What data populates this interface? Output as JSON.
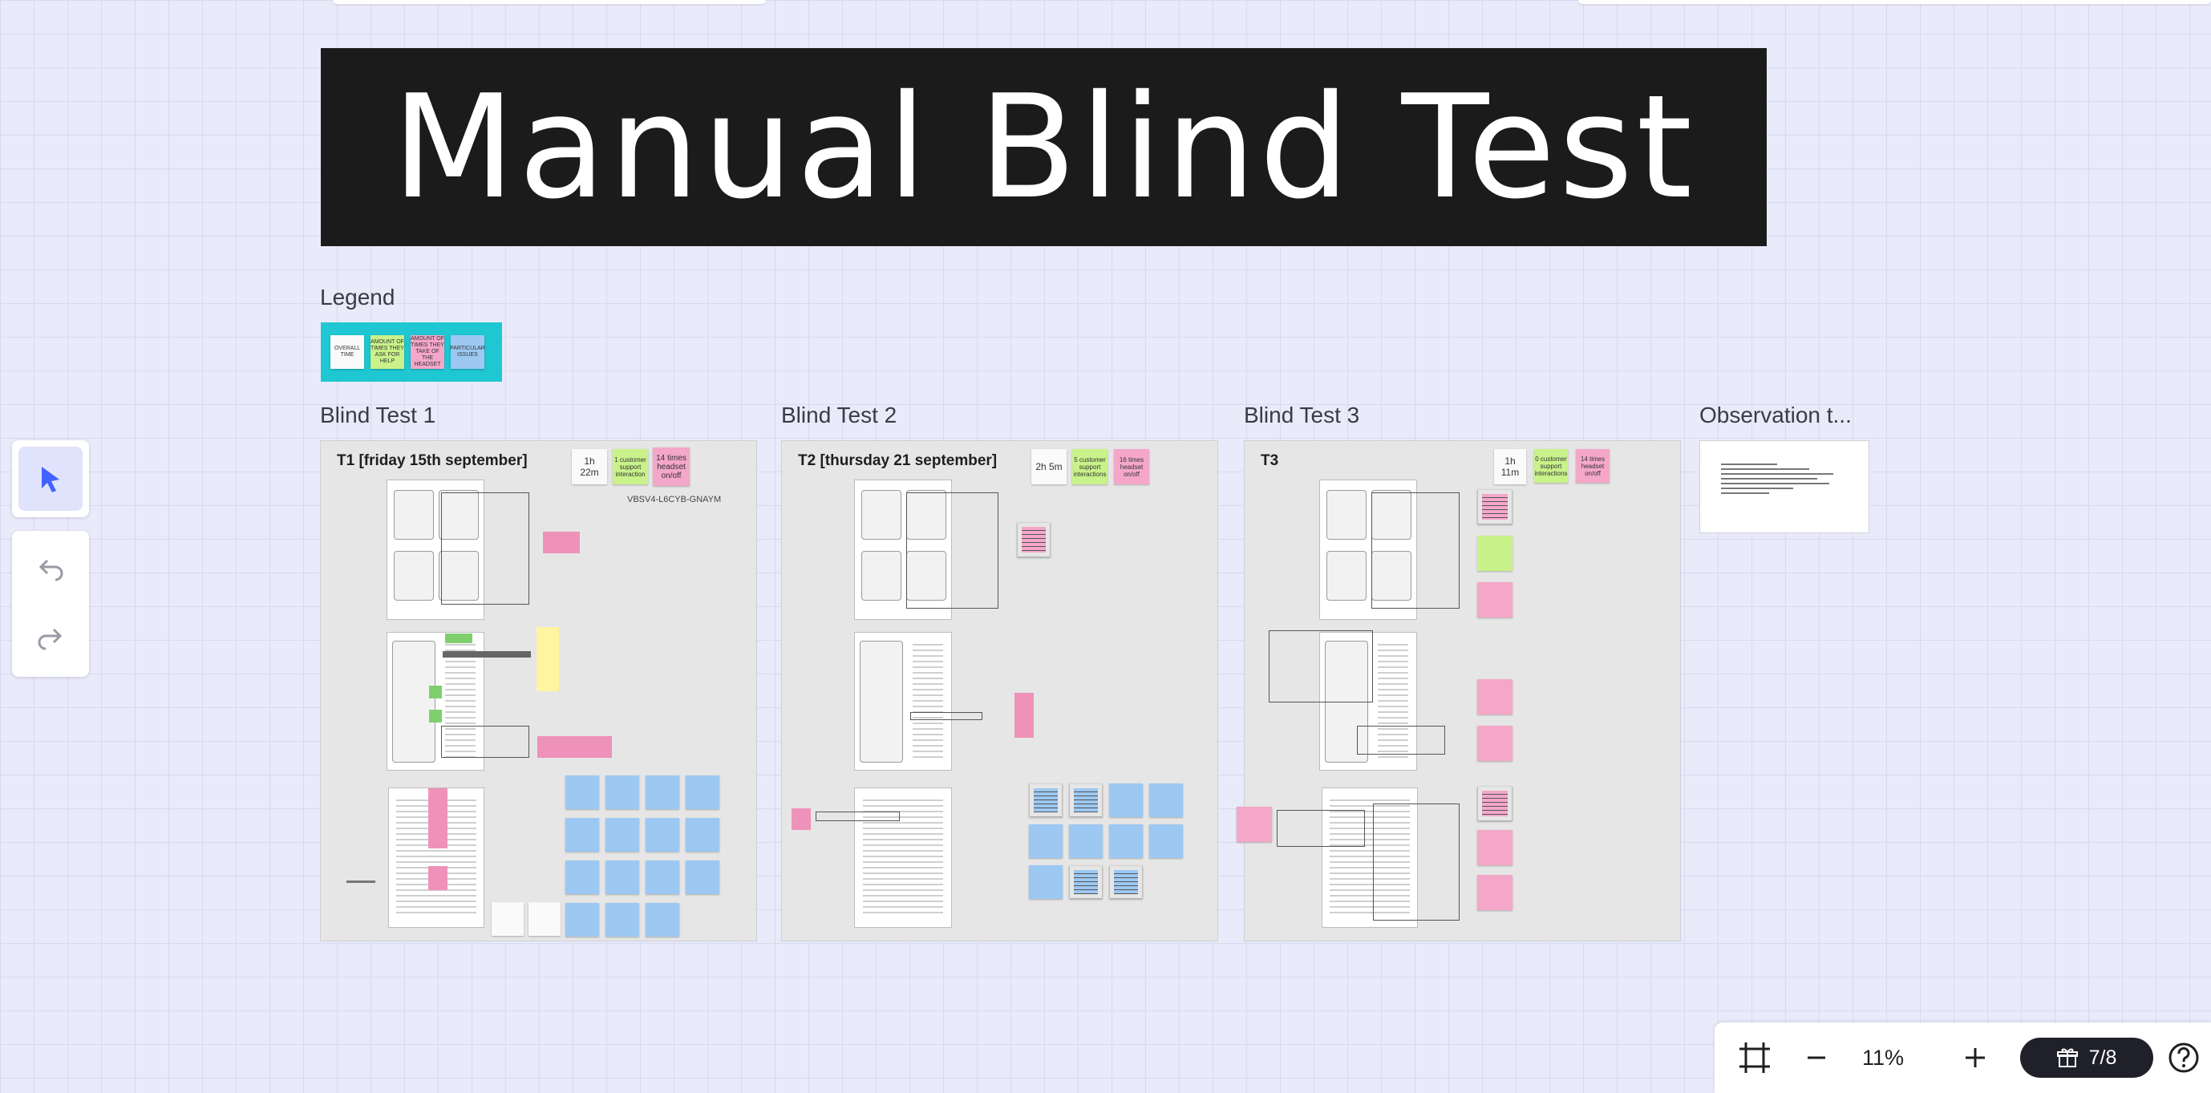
{
  "banner": {
    "title": "Manual Blind Test"
  },
  "legend": {
    "title": "Legend",
    "items": [
      {
        "label": "OVERALL TIME",
        "color": "#fafafa"
      },
      {
        "label": "AMOUNT OF TIMES THEY ASK FOR HELP",
        "color": "#c9f28a"
      },
      {
        "label": "AMOUNT OF TIMES THEY TAKE OF THE HEADSET",
        "color": "#f4a7c9"
      },
      {
        "label": "PARTICULAR ISSUES",
        "color": "#9cc8f2"
      }
    ]
  },
  "frames": [
    {
      "section": "Blind Test 1",
      "title": "T1 [friday 15th september]",
      "stats": {
        "time": "1h 22m",
        "support": "1 customer support interaction",
        "headset": "14 times headset on/off"
      },
      "code": "VBSV4-L6CYB-GNAYM"
    },
    {
      "section": "Blind Test 2",
      "title": "T2 [thursday 21 september]",
      "stats": {
        "time": "2h 5m",
        "support": "5 customer support interactions",
        "headset": "16 times headset on/off"
      }
    },
    {
      "section": "Blind Test 3",
      "title": "T3",
      "stats": {
        "time": "1h 11m",
        "support": "0 customer support interactions",
        "headset": "14 times headset on/off"
      }
    }
  ],
  "observation": {
    "section": "Observation t..."
  },
  "toolbar": {
    "select_icon": "cursor-arrow-icon",
    "undo_icon": "undo-icon",
    "redo_icon": "redo-icon"
  },
  "bottombar": {
    "frame_icon": "frame-icon",
    "zoom_out_icon": "minus-icon",
    "zoom_level": "11%",
    "zoom_in_icon": "plus-icon",
    "gift_icon": "gift-icon",
    "counter": "7/8",
    "help_icon": "help-icon"
  },
  "colors": {
    "accent": "#4262ff",
    "legend_bg": "#1fc7d2",
    "banner_bg": "#1b1b1b"
  }
}
